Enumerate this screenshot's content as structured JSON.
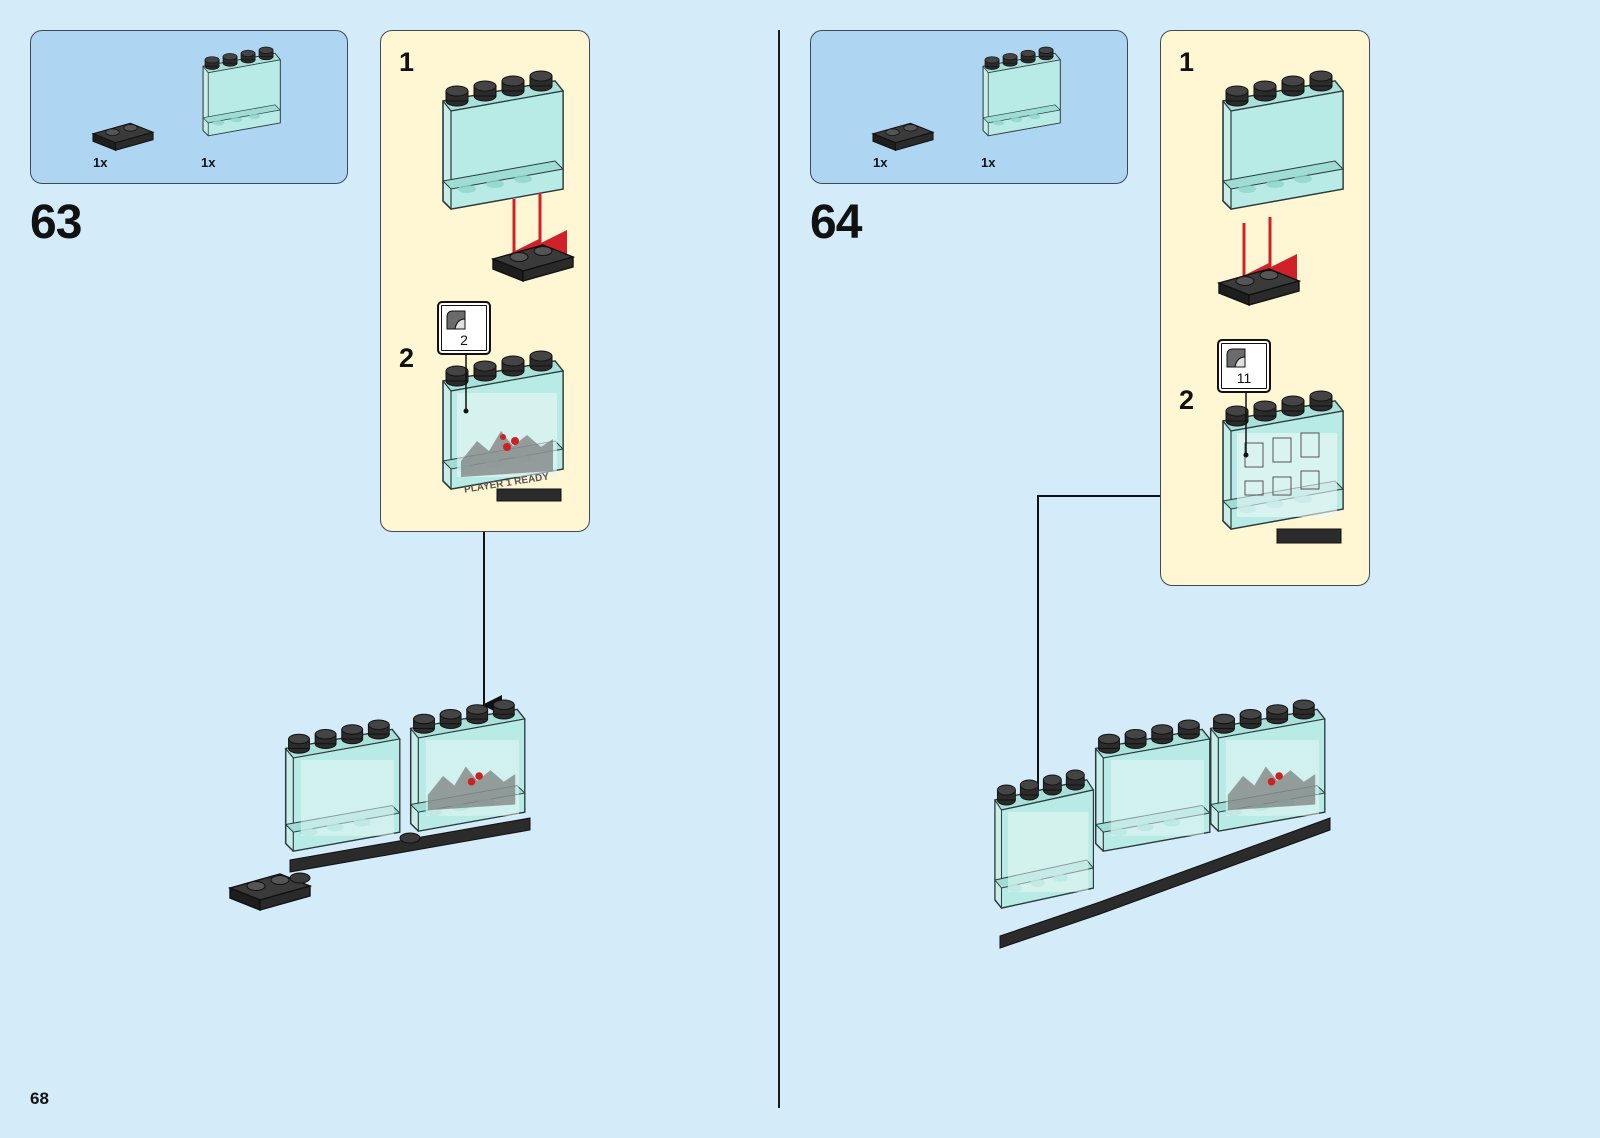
{
  "page_number": "68",
  "steps": [
    {
      "number": "63",
      "parts": [
        {
          "quantity": "1x",
          "icon": "plate-1x2-black-icon"
        },
        {
          "quantity": "1x",
          "icon": "panel-1x4x3-transparent-icon"
        }
      ],
      "substeps": [
        {
          "number": "1"
        },
        {
          "number": "2",
          "sticker": "2"
        }
      ]
    },
    {
      "number": "64",
      "parts": [
        {
          "quantity": "1x",
          "icon": "plate-1x2-black-icon"
        },
        {
          "quantity": "1x",
          "icon": "panel-1x4x3-transparent-icon"
        }
      ],
      "substeps": [
        {
          "number": "1"
        },
        {
          "number": "2",
          "sticker": "11"
        }
      ]
    }
  ],
  "colors": {
    "background": "#d4ecfa",
    "parts_box": "#aed6f3",
    "substep_box": "#fff6d3",
    "transparent_panel": "#bfe9e4",
    "black_brick": "#2b2b2b",
    "arrow_red": "#d0202a"
  }
}
